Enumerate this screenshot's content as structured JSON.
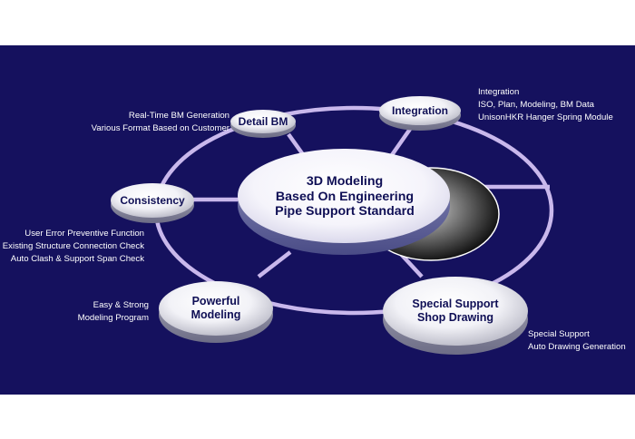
{
  "center": {
    "line1": "3D Modeling",
    "line2": "Based On Engineering",
    "line3": "Pipe Support Standard"
  },
  "nodes": {
    "detail_bm": "Detail BM",
    "integration": "Integration",
    "consistency": "Consistency",
    "powerful": {
      "line1": "Powerful",
      "line2": "Modeling"
    },
    "special": {
      "line1": "Special Support",
      "line2": "Shop Drawing"
    }
  },
  "notes": {
    "detail_bm": [
      "Real-Time BM Generation",
      "Various Format Based on Customer"
    ],
    "integration": [
      "Integration",
      "ISO, Plan, Modeling, BM Data",
      "UnisonHKR Hanger Spring Module"
    ],
    "consistency": [
      "User Error Preventive Function",
      "Existing Structure Connection Check",
      "Auto Clash & Support Span Check"
    ],
    "powerful": [
      "Easy & Strong",
      "Modeling Program"
    ],
    "special": [
      "Special Support",
      "Auto Drawing Generation"
    ]
  },
  "colors": {
    "background": "#15115e",
    "ring": "#c9b8ec",
    "node_text": "#0f0f55",
    "note_text": "#ffffff"
  }
}
